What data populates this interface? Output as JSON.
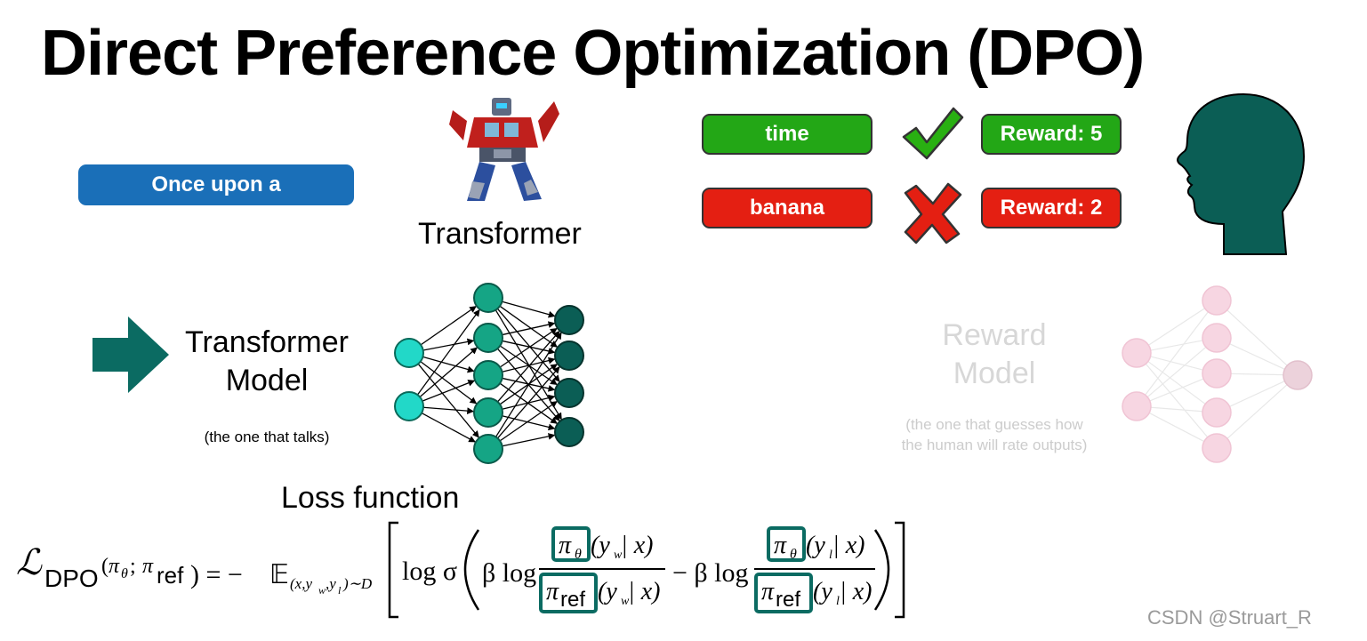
{
  "title": "Direct Preference Optimization (DPO)",
  "prompt_text": "Once upon a",
  "transformer_caption": "Transformer",
  "tokens": {
    "good": {
      "text": "time",
      "color": "#23a716"
    },
    "bad": {
      "text": "banana",
      "color": "#e41f12"
    }
  },
  "rewards": {
    "good": "Reward: 5",
    "bad": "Reward: 2"
  },
  "transformer_model": {
    "line1": "Transformer",
    "line2": "Model",
    "note": "(the one that talks)"
  },
  "reward_model": {
    "line1": "Reward",
    "line2": "Model",
    "note_line1": "(the one that guesses how",
    "note_line2": "the human will rate outputs)"
  },
  "loss_title": "Loss function",
  "formula": {
    "L": "ℒ",
    "sub_dpo": "DPO",
    "args_open": "(",
    "pi": "π",
    "theta": "θ",
    "semi": "; ",
    "ref": "ref",
    "args_close": ") = − ",
    "E": "𝔼",
    "e_sub": "(x,y",
    "w": "w",
    "comma": ",y",
    "l": "l",
    "e_sub_end": ")∼D",
    "log_sigma": "log σ",
    "beta_log": "β log",
    "minus_beta_log": "− β log",
    "yw_x": "(y",
    "bar_x": " | x)",
    "yl_x": "(y"
  },
  "watermark": "CSDN @Struart_R",
  "colors": {
    "arrow": "#0b6b62",
    "input_node": "#22d8c8",
    "hidden_node": "#15a585",
    "output_node": "#0b5e55",
    "reward_node": "#f7d6e2",
    "reward_out": "#ecd2db",
    "head": "#0b5e55",
    "highlight_box": "#0b6b62"
  }
}
